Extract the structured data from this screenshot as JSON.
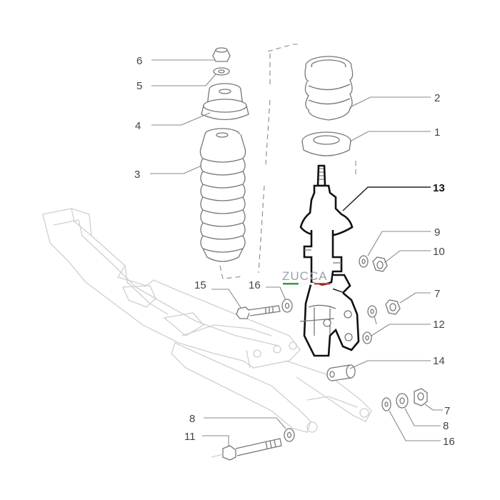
{
  "diagram": {
    "callouts": [
      {
        "id": "c6",
        "label": "6"
      },
      {
        "id": "c5",
        "label": "5"
      },
      {
        "id": "c4",
        "label": "4"
      },
      {
        "id": "c3",
        "label": "3"
      },
      {
        "id": "c2",
        "label": "2"
      },
      {
        "id": "c1",
        "label": "1"
      },
      {
        "id": "c13",
        "label": "13",
        "highlighted": true
      },
      {
        "id": "c9",
        "label": "9"
      },
      {
        "id": "c10",
        "label": "10"
      },
      {
        "id": "c15",
        "label": "15"
      },
      {
        "id": "c16a",
        "label": "16"
      },
      {
        "id": "c7a",
        "label": "7"
      },
      {
        "id": "c12",
        "label": "12"
      },
      {
        "id": "c14",
        "label": "14"
      },
      {
        "id": "c7b",
        "label": "7"
      },
      {
        "id": "c8a",
        "label": "8"
      },
      {
        "id": "c16b",
        "label": "16"
      },
      {
        "id": "c8b",
        "label": "8"
      },
      {
        "id": "c11",
        "label": "11"
      }
    ],
    "watermark": {
      "brand": "ZUCCA",
      "colors": {
        "green": "#2e9e3e",
        "white": "#ffffff",
        "red": "#d93a2b"
      }
    },
    "colors": {
      "highlight_outline": "#111111",
      "line": "#777777",
      "faint": "#cfcfcf"
    }
  }
}
